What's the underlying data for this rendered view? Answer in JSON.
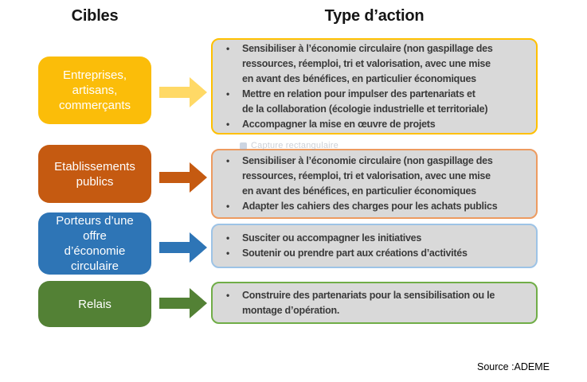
{
  "titles": {
    "targets": "Cibles",
    "actions": "Type d’action"
  },
  "rows": [
    {
      "id": "entreprises",
      "target_label": "Entreprises,\nartisans,\ncommerçants",
      "colors": {
        "target_bg": "#FBBD09",
        "arrow": "#FFD966",
        "action_border": "#FFC000"
      },
      "bullets": [
        "Sensibiliser à l’économie circulaire (non gaspillage des\nressources, réemploi,  tri et valorisation, avec une mise\nen avant des bénéfices, en particulier économiques",
        "Mettre en relation pour impulser des partenariats  et\nde la collaboration (écologie industrielle et territoriale)",
        "Accompagner la mise en œuvre de projets"
      ]
    },
    {
      "id": "etablissements-publics",
      "target_label": "Etablissements\npublics",
      "colors": {
        "target_bg": "#C55A11",
        "arrow": "#C55A11",
        "action_border": "#ED9B60"
      },
      "bullets": [
        "Sensibiliser à l’économie circulaire (non gaspillage des\nressources, réemploi,  tri et valorisation, avec une mise\nen avant des bénéfices, en particulier économiques",
        "Adapter les cahiers des charges pour les achats publics"
      ]
    },
    {
      "id": "porteurs-offre",
      "target_label": "Porteurs d’une\noffre\nd’économie\ncirculaire",
      "colors": {
        "target_bg": "#2E75B6",
        "arrow": "#2E75B6",
        "action_border": "#9DC3E6"
      },
      "bullets": [
        "Susciter ou accompagner les initiatives",
        "Soutenir ou prendre part aux créations d’activités"
      ]
    },
    {
      "id": "relais",
      "target_label": "Relais",
      "colors": {
        "target_bg": "#538135",
        "arrow": "#538135",
        "action_border": "#70AD47"
      },
      "bullets": [
        "Construire des partenariats pour la sensibilisation ou le\nmontage d’opération."
      ]
    }
  ],
  "bullet_glyph": "•",
  "watermark": "Capture rectangulaire",
  "source_note": "Source :ADEME",
  "palette": {
    "action_box_bg": "#D9D9D9",
    "bullet_text": "#3A3A3A",
    "background": "#FFFFFF"
  }
}
